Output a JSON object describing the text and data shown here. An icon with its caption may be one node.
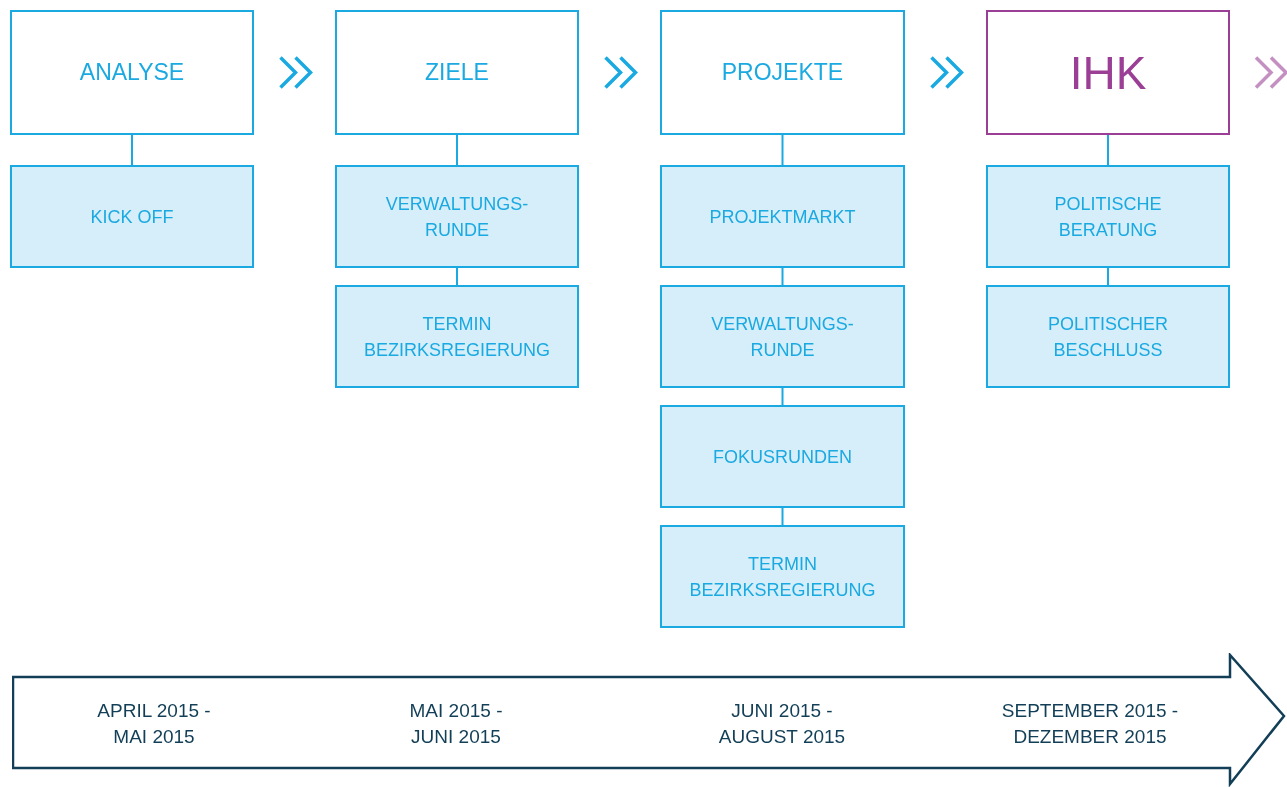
{
  "diagram": {
    "nodes": [
      {
        "text": [
          "ANALYSE"
        ]
      },
      {
        "text": [
          "ZIELE"
        ]
      },
      {
        "text": [
          "PROJEKTE"
        ]
      },
      {
        "text": [
          "IHK"
        ]
      },
      {
        "text": [
          "KICK OFF"
        ]
      },
      {
        "text": [
          "VERWALTUNGS- RUNDE"
        ]
      },
      {
        "text": [
          "TERMIN BEZIRKSREGIERUNG"
        ]
      },
      {
        "text": [
          "PROJEKTMARKT"
        ]
      },
      {
        "text": [
          "VERWALTUNGS- RUNDE"
        ]
      },
      {
        "text": [
          "FOKUSRUNDEN"
        ]
      },
      {
        "text": [
          "TERMIN BEZIRKSREGIERUNG"
        ]
      },
      {
        "text": [
          "POLITISCHE BERATUNG"
        ]
      },
      {
        "text": [
          "POLITISCHER BESCHLUSS"
        ]
      },
      {
        "text": [
          "APRIL 2015 - MAI 2015",
          "MAI 2015 - JUNI 2015",
          "JUNI 2015 - AUGUST 2015",
          "SEPTEMBER 2015 - DEZEMBER 2015"
        ]
      }
    ],
    "edges": [
      {
        "from": 0,
        "to": 1,
        "arrow": "to"
      },
      {
        "from": 1,
        "to": 2,
        "arrow": "to"
      },
      {
        "from": 2,
        "to": 3,
        "arrow": "to"
      },
      {
        "from": 3,
        "to": null,
        "arrow": "to",
        "color": "#c48fc1"
      },
      {
        "from": 0,
        "to": 4,
        "arrow": "none"
      },
      {
        "from": 1,
        "to": 5,
        "arrow": "none"
      },
      {
        "from": 5,
        "to": 6,
        "arrow": "none"
      },
      {
        "from": 2,
        "to": 7,
        "arrow": "none"
      },
      {
        "from": 7,
        "to": 8,
        "arrow": "none"
      },
      {
        "from": 8,
        "to": 9,
        "arrow": "none"
      },
      {
        "from": 9,
        "to": 10,
        "arrow": "none"
      },
      {
        "from": 3,
        "to": 11,
        "arrow": "none"
      },
      {
        "from": 11,
        "to": 12,
        "arrow": "none"
      }
    ]
  }
}
